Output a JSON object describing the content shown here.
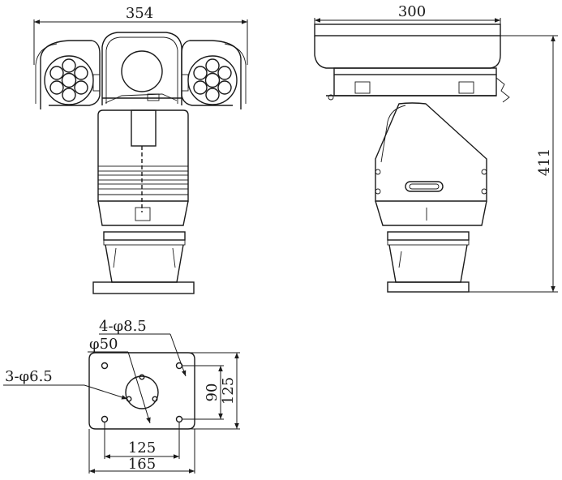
{
  "drawing": {
    "front_view": {
      "width_dim": "354"
    },
    "side_view": {
      "width_dim": "300",
      "height_dim": "411"
    },
    "base_plate": {
      "holes_label": "4-φ8.5",
      "center_hole_label": "φ50",
      "mount_holes_label": "3-φ6.5",
      "inner_width_dim": "125",
      "outer_width_dim": "165",
      "inner_height_dim": "90",
      "outer_height_dim": "125"
    }
  }
}
